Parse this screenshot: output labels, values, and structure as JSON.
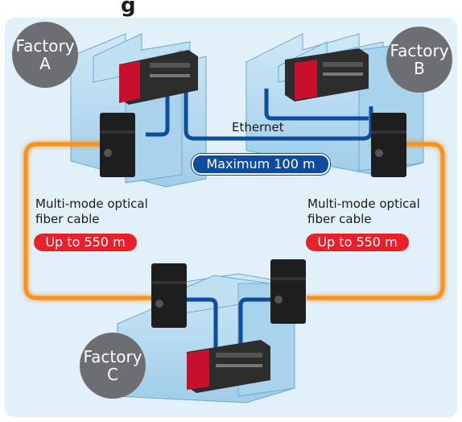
{
  "title": "g",
  "colors": {
    "background_panel": "#e2f0fa",
    "fiber_cable": "#f7931e",
    "ethernet_cable": "#0d4c9e",
    "factory_circle": "#6d6e71",
    "distance_badge_red": "#e8202a"
  },
  "factories": [
    {
      "line1": "Factory",
      "line2": "A"
    },
    {
      "line1": "Factory",
      "line2": "B"
    },
    {
      "line1": "Factory",
      "line2": "C"
    }
  ],
  "ethernet": {
    "label": "Ethernet",
    "max_distance": "Maximum 100 m"
  },
  "fiber_left": {
    "caption_line1": "Multi-mode optical",
    "caption_line2": "fiber cable",
    "distance": "Up to 550 m"
  },
  "fiber_right": {
    "caption_line1": "Multi-mode optical",
    "caption_line2": "fiber cable",
    "distance": "Up to 550 m"
  },
  "icons": [
    "factory-building",
    "plc-controller",
    "media-converter"
  ]
}
